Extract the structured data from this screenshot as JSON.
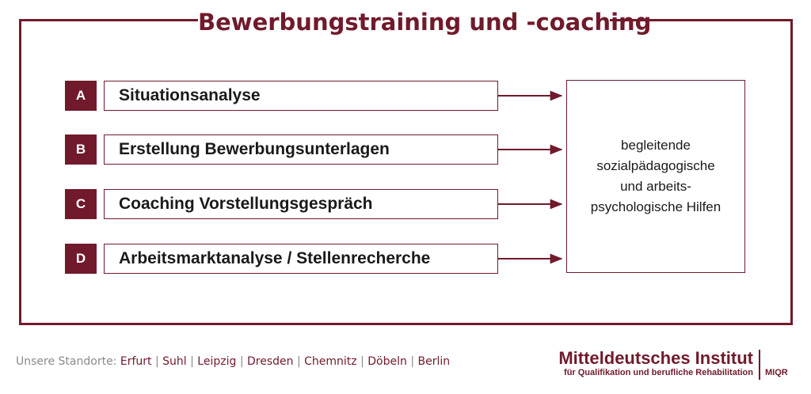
{
  "title": "Bewerbungstraining und -coaching",
  "steps": [
    {
      "letter": "A",
      "label": "Situationsanalyse"
    },
    {
      "letter": "B",
      "label": "Erstellung Bewerbungsunterlagen"
    },
    {
      "letter": "C",
      "label": "Coaching Vorstellungsgespräch"
    },
    {
      "letter": "D",
      "label": "Arbeitsmarktanalyse / Stellenrecherche"
    }
  ],
  "result_box": {
    "text": "begleitende\nsozialpädagogische\nund arbeits-\npsychologische Hilfen"
  },
  "footer": {
    "prefix": "Unsere Standorte:",
    "locations": [
      "Erfurt",
      "Suhl",
      "Leipzig",
      "Dresden",
      "Chemnitz",
      "Döbeln",
      "Berlin"
    ],
    "separator": "|"
  },
  "logo": {
    "name": "Mitteldeutsches Institut",
    "subtitle": "für Qualifikation und berufliche Rehabilitation",
    "abbreviation": "MIQR"
  },
  "colors": {
    "accent": "#701a2b",
    "text": "#1a1a1a",
    "muted": "#8a8a8a"
  }
}
